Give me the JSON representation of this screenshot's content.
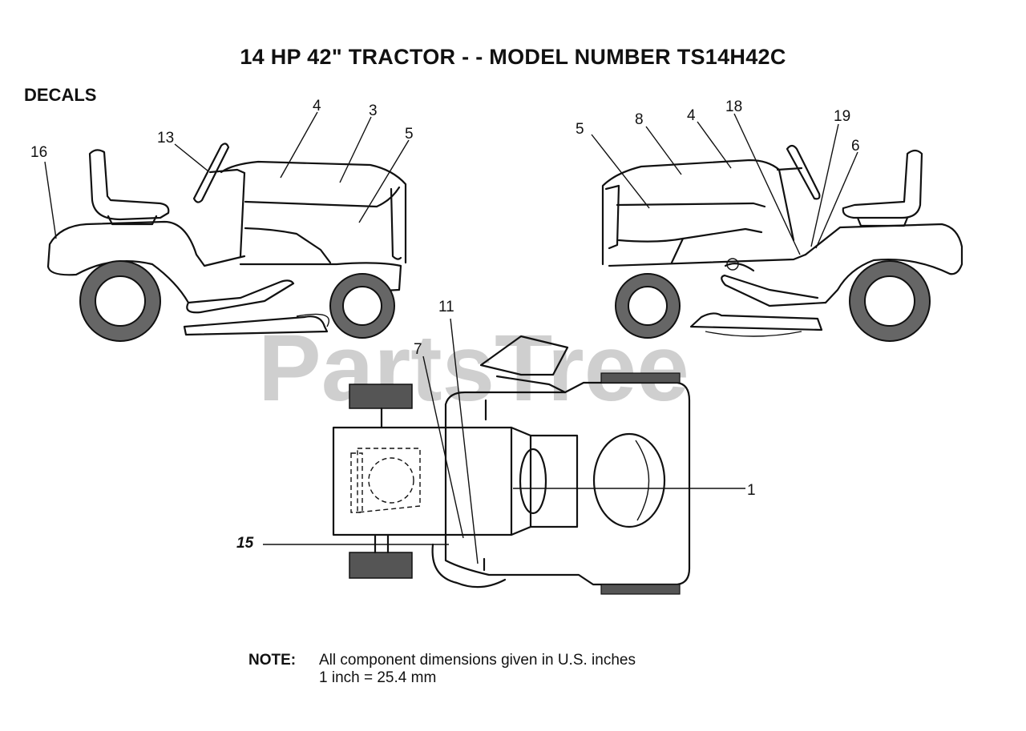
{
  "title": "14 HP 42\" TRACTOR - - MODEL NUMBER TS14H42C",
  "section_label": "DECALS",
  "watermark": "PartsTree",
  "callouts": {
    "left_view": [
      "16",
      "13",
      "4",
      "3",
      "5"
    ],
    "right_view": [
      "5",
      "8",
      "4",
      "18",
      "19",
      "6"
    ],
    "top_view": [
      "11",
      "7",
      "1",
      "15"
    ]
  },
  "note": {
    "label": "NOTE:",
    "line1": "All component dimensions given in U.S. inches",
    "line2": "1 inch = 25.4 mm"
  }
}
